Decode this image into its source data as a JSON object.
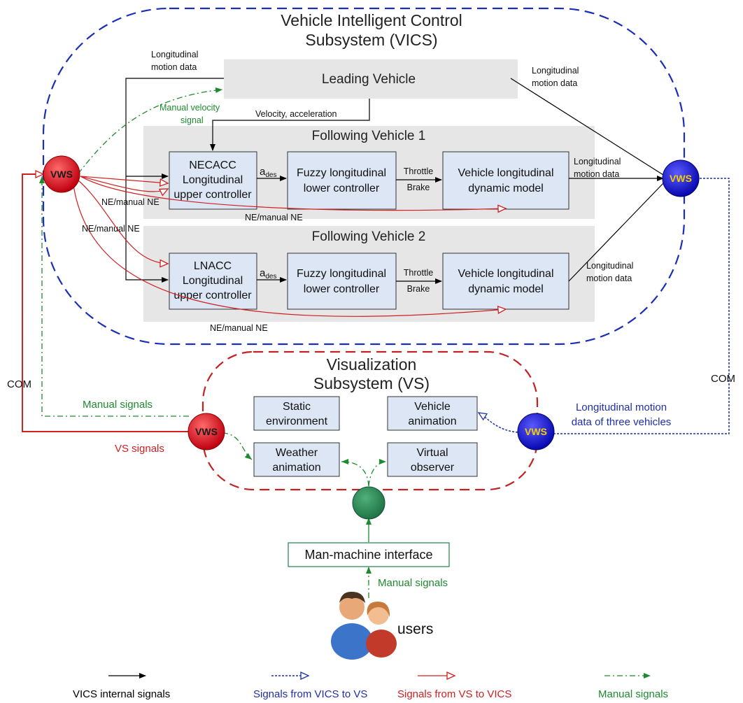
{
  "vics": {
    "title_line1": "Vehicle Intelligent Control",
    "title_line2": "Subsystem (VICS)",
    "leading_vehicle": "Leading Vehicle",
    "following_vehicle_1": "Following Vehicle 1",
    "following_vehicle_2": "Following Vehicle 2",
    "necacc": [
      "NECACC",
      "Longitudinal",
      "upper controller"
    ],
    "lnacc": [
      "LNACC",
      "Longitudinal",
      "upper controller"
    ],
    "fuzzy": [
      "Fuzzy longitudinal",
      "lower controller"
    ],
    "dynamic": [
      "Vehicle longitudinal",
      "dynamic model"
    ],
    "a_des": "a",
    "a_des_sub": "des",
    "throttle": "Throttle",
    "brake": "Brake",
    "lon_motion_data": [
      "Longitudinal",
      "motion data"
    ],
    "velocity_acceleration": "Velocity, acceleration",
    "manual_velocity_signal": [
      "Manual velocity",
      "signal"
    ],
    "ne_manual_ne": "NE/manual NE"
  },
  "vs": {
    "title_line1": "Visualization",
    "title_line2": "Subsystem (VS)",
    "static_env": [
      "Static",
      "environment"
    ],
    "vehicle_anim": [
      "Vehicle",
      "animation"
    ],
    "weather_anim": [
      "Weather",
      "animation"
    ],
    "virtual_obs": [
      "Virtual",
      "observer"
    ],
    "lon_motion_three": [
      "Longitudinal motion",
      "data of three vehicles"
    ],
    "manual_signals": "Manual signals",
    "vs_signals": "VS signals"
  },
  "vws_label": "VWS",
  "com_label": "COM",
  "mmi": "Man-machine interface",
  "users": "users",
  "user_manual_signals": "Manual signals",
  "legend": [
    {
      "label": "VICS internal signals",
      "color": "#000000"
    },
    {
      "label": "Signals from VICS to VS",
      "color": "#1f2fa8"
    },
    {
      "label": "Signals from VS to VICS",
      "color": "#d02020"
    },
    {
      "label": "Manual signals",
      "color": "#1e8a2e"
    }
  ],
  "colors": {
    "vics_border": "#1a2fb8",
    "vs_border": "#c42222",
    "vws_red": "#e0141c",
    "vws_blue": "#1a1ad6",
    "mmi_green": "#2e8b57",
    "box_fill": "#dce6f4",
    "panel_fill": "#e6e6e6"
  }
}
